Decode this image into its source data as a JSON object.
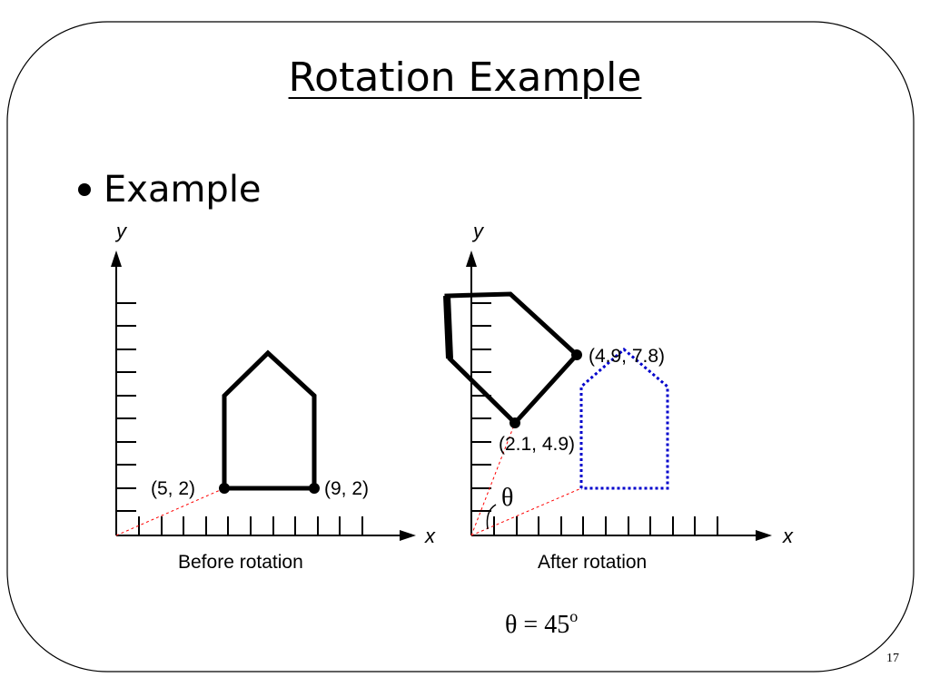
{
  "slide": {
    "title": "Rotation Example",
    "bullet": "Example",
    "page_number": "17"
  },
  "diagram": {
    "before": {
      "caption": "Before rotation",
      "x_axis_label": "x",
      "y_axis_label": "y",
      "point_labels": [
        "(5, 2)",
        "(9, 2)"
      ]
    },
    "after": {
      "caption": "After rotation",
      "x_axis_label": "x",
      "y_axis_label": "y",
      "point_labels": [
        "(2.1, 4.9)",
        "(4.9, 7.8)"
      ],
      "angle_symbol": "θ"
    },
    "formula": {
      "lhs": "θ = 45",
      "sup": "o"
    },
    "colors": {
      "shape": "#000000",
      "original_outline": "#0000cc",
      "guide_lines": "#ff0000"
    }
  }
}
